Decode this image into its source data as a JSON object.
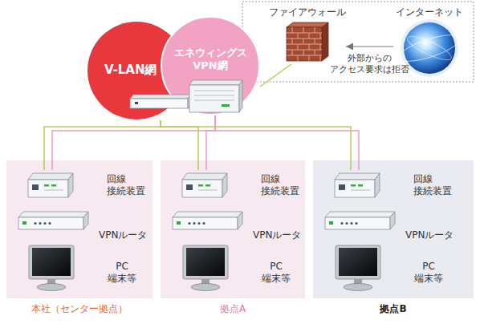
{
  "diagram": {
    "nodes": [
      {
        "text": [
          "V-LAN網"
        ]
      },
      {
        "text": [
          "エネウィングス VPN網"
        ]
      },
      {
        "text": [
          "ファイアウォール"
        ]
      },
      {
        "text": [
          "インターネット"
        ]
      },
      {
        "text": [
          "本社（センター拠点）"
        ]
      },
      {
        "text": [
          "回線 接続装置"
        ],
        "in": 4
      },
      {
        "text": [
          "VPNルータ"
        ],
        "in": 4
      },
      {
        "text": [
          "PC 端末等"
        ],
        "in": 4
      },
      {
        "text": [
          "拠点A"
        ]
      },
      {
        "text": [
          "回線 接続装置"
        ],
        "in": 8
      },
      {
        "text": [
          "VPNルータ"
        ],
        "in": 8
      },
      {
        "text": [
          "PC 端末等"
        ],
        "in": 8
      },
      {
        "text": [
          "拠点B"
        ]
      },
      {
        "text": [
          "回線 接続装置"
        ],
        "in": 12
      },
      {
        "text": [
          "VPNルータ"
        ],
        "in": 12
      },
      {
        "text": [
          "PC 端末等"
        ],
        "in": 12
      }
    ],
    "edges": [
      {
        "from": 3,
        "to": 2,
        "arrow": "to",
        "label": "外部からの アクセス要求は拒否"
      },
      {
        "from": 2,
        "to": 1,
        "arrow": "none"
      },
      {
        "from": 0,
        "to": 5,
        "arrow": "none"
      },
      {
        "from": 1,
        "to": 5,
        "arrow": "none"
      },
      {
        "from": 0,
        "to": 9,
        "arrow": "none"
      },
      {
        "from": 1,
        "to": 9,
        "arrow": "none"
      },
      {
        "from": 0,
        "to": 13,
        "arrow": "none"
      },
      {
        "from": 1,
        "to": 13,
        "arrow": "none"
      }
    ]
  }
}
